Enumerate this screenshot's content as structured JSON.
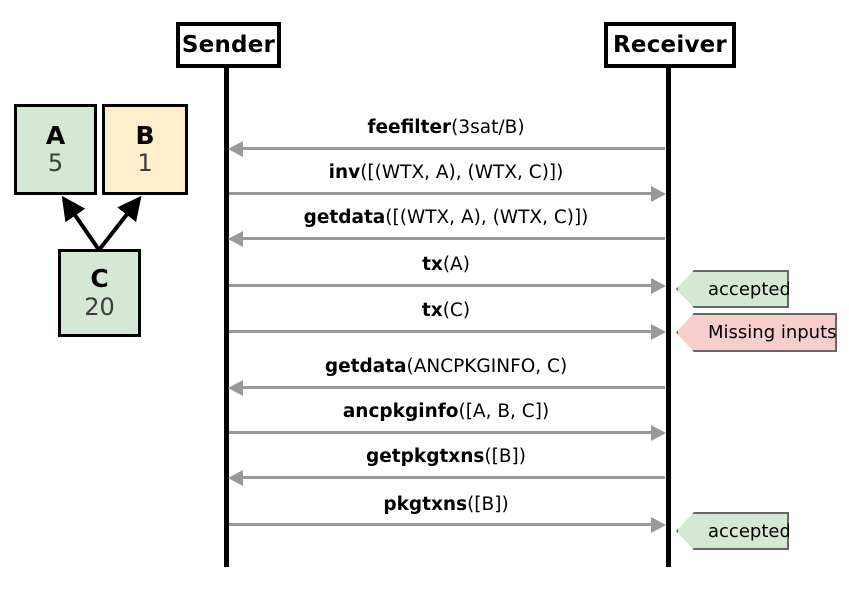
{
  "diagram": {
    "participants": [
      {
        "name": "sender",
        "label": "Sender"
      },
      {
        "name": "receiver",
        "label": "Receiver"
      }
    ],
    "transactions": [
      {
        "id": "A",
        "fee": "5",
        "color": "#d5e8d4"
      },
      {
        "id": "B",
        "fee": "1",
        "color": "#ffeecc"
      },
      {
        "id": "C",
        "fee": "20",
        "color": "#d5e8d4"
      }
    ],
    "messages": [
      {
        "command": "feefilter",
        "args": "(3sat/B)",
        "direction": "receiver-to-sender"
      },
      {
        "command": "inv",
        "args": "([(WTX, A), (WTX, C)])",
        "direction": "sender-to-receiver"
      },
      {
        "command": "getdata",
        "args": "([(WTX, A), (WTX, C)])",
        "direction": "receiver-to-sender"
      },
      {
        "command": "tx",
        "args": "(A)",
        "direction": "sender-to-receiver"
      },
      {
        "command": "tx",
        "args": "(C)",
        "direction": "sender-to-receiver"
      },
      {
        "command": "getdata",
        "args": "(ANCPKGINFO, C)",
        "direction": "receiver-to-sender"
      },
      {
        "command": "ancpkginfo",
        "args": "([A, B, C])",
        "direction": "sender-to-receiver"
      },
      {
        "command": "getpkgtxns",
        "args": "([B])",
        "direction": "receiver-to-sender"
      },
      {
        "command": "pkgtxns",
        "args": "([B])",
        "direction": "sender-to-receiver"
      }
    ],
    "badges": [
      {
        "label": "accepted",
        "status": "success",
        "color": "#d5e8d4"
      },
      {
        "label": "Missing inputs",
        "status": "error",
        "color": "#f8cecc"
      },
      {
        "label": "accepted",
        "status": "success",
        "color": "#d5e8d4"
      }
    ],
    "colors": {
      "lifeline": "#000000",
      "message_line": "#999999",
      "accepted_fill": "#d5e8d4",
      "error_fill": "#f8cecc",
      "low_fee_fill": "#ffeecc"
    }
  }
}
